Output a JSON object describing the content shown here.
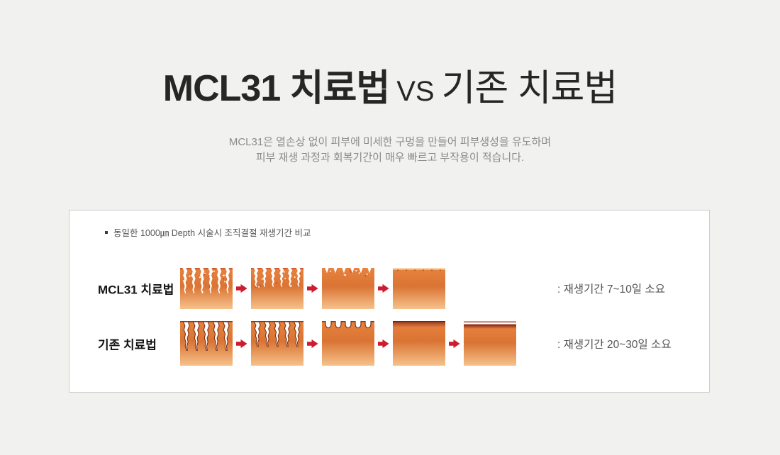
{
  "title": {
    "highlight": "MCL31 치료법",
    "vs": "VS",
    "rest": "기존 치료법"
  },
  "subtitle": {
    "line1": "MCL31은 열손상 없이 피부에 미세한 구멍을 만들어 피부생성을 유도하며",
    "line2": "피부 재생 과정과 회복기간이 매우 빠르고 부작용이 적습니다."
  },
  "panel": {
    "note": "동일한 1000㎛ Depth 시술시 조직결절 재생기간 비교",
    "arrow_color": "#cf1b2f",
    "rows": [
      {
        "label": "MCL31 치료법",
        "result": ": 재생기간 7~10일 소요",
        "stages": [
          "micro-holes-deep",
          "micro-holes-medium",
          "micro-holes-healing",
          "healed-smooth"
        ]
      },
      {
        "label": "기존 치료법",
        "result": ": 재생기간 20~30일 소요",
        "stages": [
          "burn-channels-deep",
          "burn-channels-medium",
          "burn-notches-shallow",
          "crusted-surface",
          "peeling-crust"
        ]
      }
    ]
  },
  "palette": {
    "page_background": "#f1f1ef",
    "panel_border": "#cccccc",
    "title_color": "#262626",
    "subtitle_color": "#8b8b8b",
    "skin_top": "#e8823e",
    "skin_mid": "#da7434",
    "skin_bottom": "#f6c28c",
    "burn_outline": "#7c3115",
    "crust": "#8c2f1d"
  }
}
